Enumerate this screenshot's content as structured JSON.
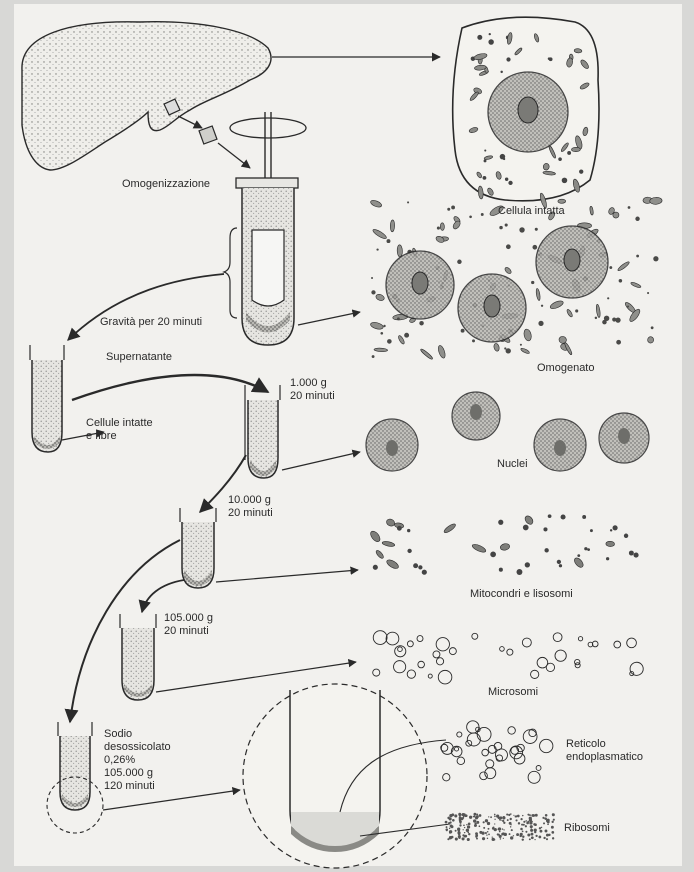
{
  "colors": {
    "paper": "#f2f1ee",
    "border": "#d8d8d6",
    "ink": "#2a2a2a",
    "organelle": "#8a8a86",
    "nucleus": "#9a9a96"
  },
  "labels": {
    "homogenization": "Omogenizzazione",
    "intact_cell": "Cellula intatta",
    "gravity": "Gravità per 20 minuti",
    "homogenate": "Omogenato",
    "supernatant": "Supernatante",
    "spin1_force": "1.000 g",
    "spin1_time": "20 minuti",
    "intact_cells_line1": "Cellule intatte",
    "intact_cells_line2": "e fibre",
    "nuclei": "Nuclei",
    "spin2_force": "10.000 g",
    "spin2_time": "20 minuti",
    "mito_lyso": "Mitocondri e lisosomi",
    "spin3_force": "105.000 g",
    "spin3_time": "20 minuti",
    "microsomes": "Microsomi",
    "deoxy_line1": "Sodio",
    "deoxy_line2": "desossicolato",
    "deoxy_line3": "0,26%",
    "deoxy_line4": "105.000 g",
    "deoxy_line5": "120 minuti",
    "er_line1": "Reticolo",
    "er_line2": "endoplasmatico",
    "ribosomes": "Ribosomi"
  },
  "icons": [
    "liver-illustration",
    "homogenizer",
    "centrifuge-tube",
    "cell",
    "nucleus",
    "mitochondrion",
    "vesicle",
    "ribosome-cluster",
    "magnifier-circle"
  ]
}
